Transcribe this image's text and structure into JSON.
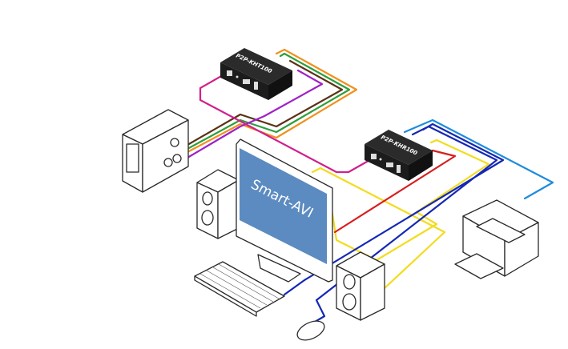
{
  "devices": {
    "transmitter": {
      "label": "P2P-KHT100"
    },
    "receiver": {
      "label": "P2P-KHR100"
    },
    "monitor": {
      "brand": "Smart-AVI"
    }
  },
  "colors": {
    "orange": "#f0901e",
    "green": "#2e9e3c",
    "brown": "#5a3214",
    "purple": "#a020c8",
    "magenta": "#d0208c",
    "yellow": "#f2dc1e",
    "red": "#d81e1e",
    "blue": "#1428b4",
    "lightblue": "#1e8cdc",
    "screen": "#5b8bc0",
    "box": "#1c1c1c"
  }
}
